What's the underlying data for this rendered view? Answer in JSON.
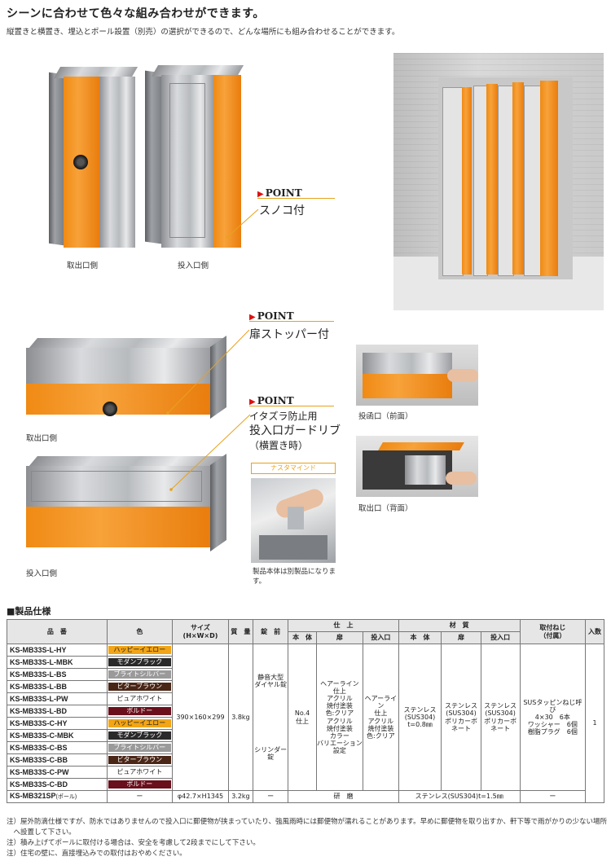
{
  "header": {
    "title": "シーンに合わせて色々な組み合わせができます。",
    "subtitle": "縦置きと横置き、埋込とポール設置（別売）の選択ができるので、どんな場所にも組み合わせることができます。"
  },
  "captions": {
    "vertical_front": "取出口側",
    "vertical_back": "投入口側",
    "horizontal_front": "取出口側",
    "horizontal_back": "投入口側",
    "photo_insert": "投函口（前面）",
    "photo_take": "取出口（背面）",
    "hand_note": "製品本体は別製品になります。"
  },
  "points": [
    {
      "label": "POINT",
      "text": "スノコ付"
    },
    {
      "label": "POINT",
      "text": "扉ストッパー付"
    },
    {
      "label": "POINT",
      "lines": [
        "イタズラ防止用",
        "投入口ガードリブ",
        "（横置き時）"
      ]
    }
  ],
  "nasta_mind": "ナスタマインド",
  "spec": {
    "section_title": "■製品仕様",
    "headers": {
      "code": "品　番",
      "color": "色",
      "size": "サイズ\n(H×W×D)",
      "weight": "質　量",
      "lock": "錠　前",
      "finish": "仕　上",
      "finish_body": "本　体",
      "finish_door": "扉",
      "finish_slot": "投入口",
      "material": "材　質",
      "mat_body": "本　体",
      "mat_door": "扉",
      "mat_slot": "投入口",
      "screws": "取付ねじ\n（付属）",
      "qty": "入数"
    },
    "rows": [
      {
        "code": "KS-MB33S-L-HY",
        "color": "ハッピーイエロー",
        "bg": "#f2a516",
        "fg": "#222"
      },
      {
        "code": "KS-MB33S-L-MBK",
        "color": "モダンブラック",
        "bg": "#2a2a2a",
        "fg": "#fff"
      },
      {
        "code": "KS-MB33S-L-BS",
        "color": "ブライトシルバー",
        "bg": "#9a9a9a",
        "fg": "#fff"
      },
      {
        "code": "KS-MB33S-L-BB",
        "color": "ビターブラウン",
        "bg": "#4a2617",
        "fg": "#fff"
      },
      {
        "code": "KS-MB33S-L-PW",
        "color": "ピュアホワイト",
        "bg": "#ffffff",
        "fg": "#222"
      },
      {
        "code": "KS-MB33S-L-BD",
        "color": "ボルドー",
        "bg": "#6a0f1c",
        "fg": "#fff"
      },
      {
        "code": "KS-MB33S-C-HY",
        "color": "ハッピーイエロー",
        "bg": "#f2a516",
        "fg": "#222"
      },
      {
        "code": "KS-MB33S-C-MBK",
        "color": "モダンブラック",
        "bg": "#2a2a2a",
        "fg": "#fff"
      },
      {
        "code": "KS-MB33S-C-BS",
        "color": "ブライトシルバー",
        "bg": "#9a9a9a",
        "fg": "#fff"
      },
      {
        "code": "KS-MB33S-C-BB",
        "color": "ビターブラウン",
        "bg": "#4a2617",
        "fg": "#fff"
      },
      {
        "code": "KS-MB33S-C-PW",
        "color": "ピュアホワイト",
        "bg": "#ffffff",
        "fg": "#222"
      },
      {
        "code": "KS-MB33S-C-BD",
        "color": "ボルドー",
        "bg": "#6a0f1c",
        "fg": "#fff"
      }
    ],
    "shared": {
      "size": "390×160×299",
      "weight": "3.8kg",
      "lock_dial": "静音大型\nダイヤル錠",
      "lock_cylinder": "シリンダー錠",
      "finish_body": "No.4\n仕上",
      "finish_door": "ヘアーライン\n仕上\nアクリル\n焼付塗装\n色:クリア\nアクリル\n焼付塗装\nカラー\nバリエーション\n設定",
      "finish_slot": "ヘアーライン\n仕上\nアクリル\n焼付塗装\n色:クリア",
      "mat_body": "ステンレス\n(SUS304)\nt=0.8㎜",
      "mat_door": "ステンレス\n(SUS304)\nポリカーボ\nネート",
      "mat_slot": "ステンレス\n(SUS304)\nポリカーボ\nネート",
      "screws": "SUSタッピンねじ呼び\n4×30　6本\nワッシャー　6個\n樹脂プラグ　6個",
      "qty": "1"
    },
    "pole": {
      "code": "KS-MB321SP",
      "code_suffix": "(ポール)",
      "color": "ー",
      "size": "φ42.7×H1345",
      "weight": "3.2kg",
      "lock": "ー",
      "finish": "研　磨",
      "material": "ステンレス(SUS304)t=1.5㎜",
      "screws": "ー"
    }
  },
  "notes": [
    "注）屋外防滴仕様ですが、防水ではありませんので投入口に郵便物が挟まっていたり、強風雨時には郵便物が濡れることがあります。早めに郵便物を取り出すか、軒下等で雨がかりの少ない場所",
    "　へ設置して下さい。",
    "注）積み上げてポールに取付ける場合は、安全を考慮して2段までにして下さい。",
    "注）住宅の壁に、直接埋込みでの取付はおやめください。"
  ]
}
